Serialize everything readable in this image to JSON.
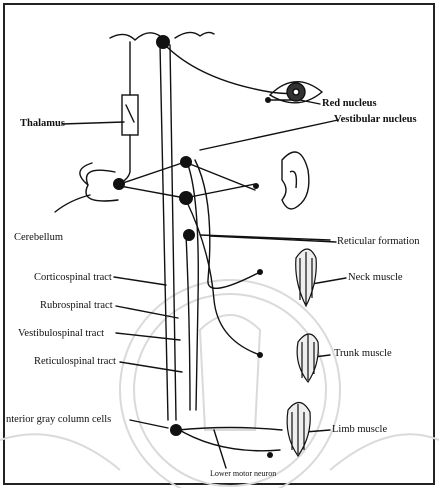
{
  "labels": {
    "red_nucleus": "Red nucleus",
    "vestibular_nucleus": "Vestibular nucleus",
    "thalamus": "Thalamus",
    "cerebellum": "Cerebellum",
    "reticular_formation": "Reticular formation",
    "corticospinal_tract": "Corticospinal tract",
    "neck_muscle": "Neck muscle",
    "rubrospinal_tract": "Rubrospinal tract",
    "vestibulospinal_tract": "Vestibulospinal tract",
    "trunk_muscle": "Trunk muscle",
    "reticulospinal_tract": "Reticulospinal tract",
    "anterior_gray_column_cells": "nterior gray column cells",
    "limb_muscle": "Limb muscle",
    "lower_motor_neuron": "Lower motor neuron"
  },
  "icons": {
    "eye": "eye-icon",
    "ear": "ear-icon",
    "muscle": "muscle-bundle-icon"
  },
  "colors": {
    "ink": "#111111",
    "watermark": "#d8d8d8"
  }
}
